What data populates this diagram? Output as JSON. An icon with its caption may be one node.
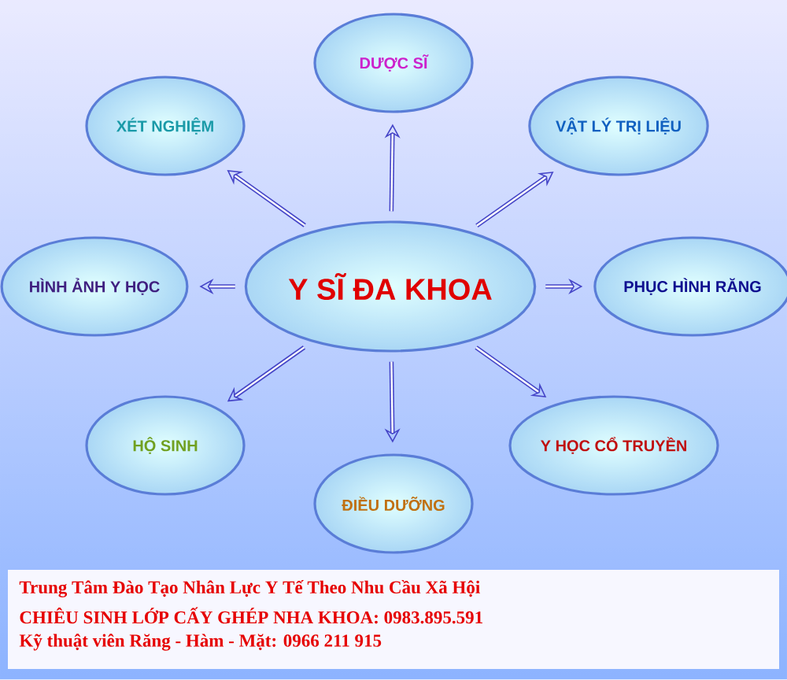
{
  "diagram": {
    "nodes": [
      {
        "text": [
          "Y SĨ ĐA KHOA"
        ]
      },
      {
        "text": [
          "DƯỢC SĨ"
        ]
      },
      {
        "text": [
          "XÉT NGHIỆM"
        ]
      },
      {
        "text": [
          "VẬT LÝ TRỊ LIỆU"
        ]
      },
      {
        "text": [
          "HÌNH ẢNH Y HỌC"
        ]
      },
      {
        "text": [
          "PHỤC HÌNH RĂNG"
        ]
      },
      {
        "text": [
          "HỘ SINH"
        ]
      },
      {
        "text": [
          "Y HỌC CỔ TRUYỀN"
        ]
      },
      {
        "text": [
          "ĐIỀU DƯỠNG"
        ]
      }
    ],
    "edges": [
      {
        "from": 0,
        "to": 1,
        "arrow": "to"
      },
      {
        "from": 0,
        "to": 2,
        "arrow": "to"
      },
      {
        "from": 0,
        "to": 3,
        "arrow": "to"
      },
      {
        "from": 0,
        "to": 4,
        "arrow": "to"
      },
      {
        "from": 0,
        "to": 5,
        "arrow": "to"
      },
      {
        "from": 0,
        "to": 6,
        "arrow": "to"
      },
      {
        "from": 0,
        "to": 7,
        "arrow": "to"
      },
      {
        "from": 0,
        "to": 8,
        "arrow": "to"
      }
    ],
    "labels": [
      "Trung Tâm Đào Tạo Nhân Lực Y Tế Theo Nhu Cầu Xã Hội",
      "CHIÊU SINH LỚP CẤY GHÉP NHA KHOA: 0983.895.591",
      "Kỹ thuật viên Răng - Hàm - Mặt: 0966 211 915"
    ]
  }
}
